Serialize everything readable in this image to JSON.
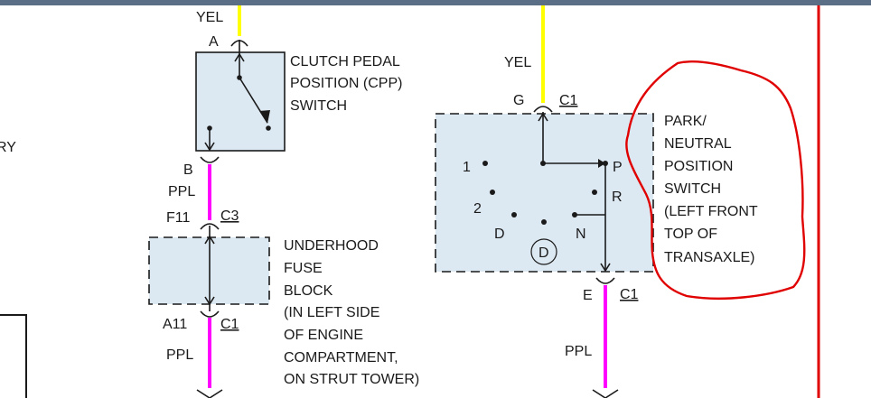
{
  "colors": {
    "yellow_wire": "#ffff00",
    "purple_wire": "#ff00ff",
    "red_line": "#e00000",
    "component_fill": "#dde9f2",
    "top_bar": "#5a6f86",
    "ink": "#1a1a1a"
  },
  "left_edge": {
    "label_fragment": "RY"
  },
  "cpp_switch": {
    "wire_in_color": "YEL",
    "pin_in": "A",
    "label": [
      "CLUTCH PEDAL",
      "POSITION (CPP)",
      "SWITCH"
    ],
    "pin_out": "B",
    "wire_out_color": "PPL"
  },
  "fuse_block": {
    "top_pin": "F11",
    "top_connector": "C3",
    "label": [
      "UNDERHOOD",
      "FUSE",
      "BLOCK",
      "(IN LEFT SIDE",
      "OF ENGINE",
      "COMPARTMENT,",
      "ON STRUT TOWER)"
    ],
    "bottom_pin": "A11",
    "bottom_connector": "C1",
    "wire_out_color": "PPL"
  },
  "pn_switch": {
    "wire_in_color": "YEL",
    "pin_in": "G",
    "connector_in": "C1",
    "positions": [
      "1",
      "2",
      "D",
      "N",
      "R",
      "P"
    ],
    "circle_label": "D",
    "label": [
      "PARK/",
      "NEUTRAL",
      "POSITION",
      "SWITCH",
      "(LEFT FRONT",
      "TOP OF",
      "TRANSAXLE)"
    ],
    "pin_out": "E",
    "connector_out": "C1",
    "wire_out_color": "PPL"
  }
}
